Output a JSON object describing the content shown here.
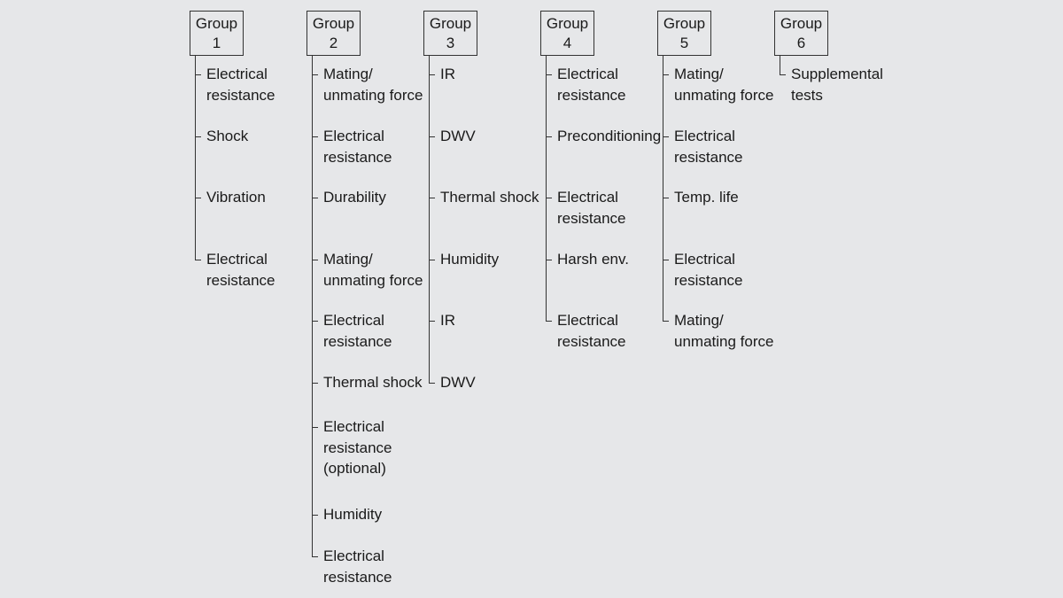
{
  "groups": [
    {
      "word": "Group",
      "num": "1",
      "items": [
        "Electrical\nresistance",
        "Shock",
        "Vibration",
        "Electrical\nresistance"
      ]
    },
    {
      "word": "Group",
      "num": "2",
      "items": [
        "Mating/\nunmating force",
        "Electrical\nresistance",
        "Durability",
        "Mating/\nunmating force",
        "Electrical\nresistance",
        "Thermal shock",
        "Electrical\nresistance\n(optional)",
        "Humidity",
        "Electrical\nresistance"
      ]
    },
    {
      "word": "Group",
      "num": "3",
      "items": [
        "IR",
        "DWV",
        "Thermal shock",
        "Humidity",
        "IR",
        "DWV"
      ]
    },
    {
      "word": "Group",
      "num": "4",
      "items": [
        "Electrical\nresistance",
        "Preconditioning",
        "Electrical\nresistance",
        "Harsh env.",
        "Electrical\nresistance"
      ]
    },
    {
      "word": "Group",
      "num": "5",
      "items": [
        "Mating/\nunmating force",
        "Electrical\nresistance",
        "Temp. life",
        "Electrical\nresistance",
        "Mating/\nunmating force"
      ]
    },
    {
      "word": "Group",
      "num": "6",
      "items": [
        "Supplemental\ntests"
      ]
    }
  ]
}
